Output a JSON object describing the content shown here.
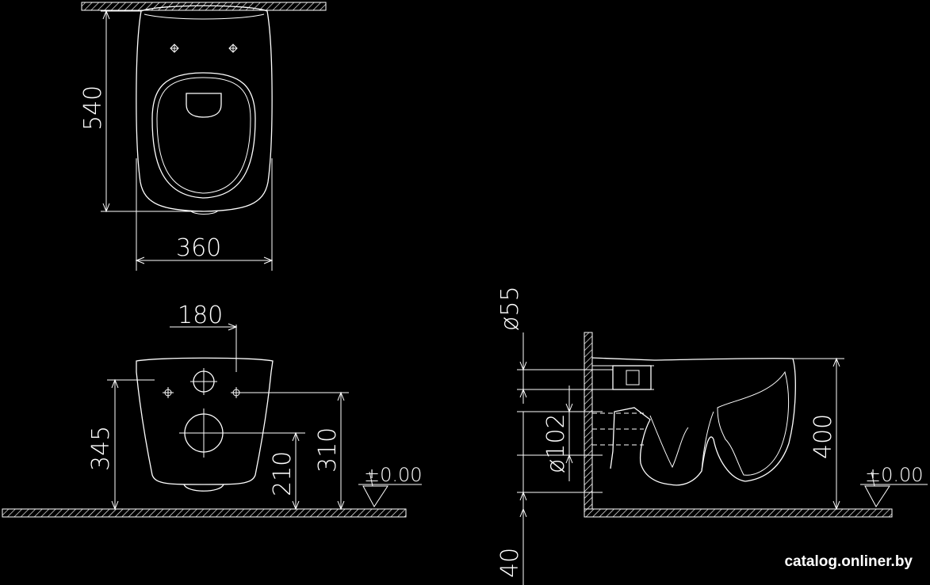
{
  "dimensions": {
    "top_height": "540",
    "top_width": "360",
    "front_hole_spacing": "180",
    "front_height": "345",
    "front_outlet_height": "210",
    "front_bolt_height": "310",
    "front_level": "±0.00",
    "side_pipe_top": "ø55",
    "side_outlet": "ø102",
    "side_height": "400",
    "side_level": "±0.00",
    "side_floor": "40"
  },
  "watermark": "catalog.onliner.by",
  "colors": {
    "background": "#000000",
    "line": "#ffffff"
  }
}
